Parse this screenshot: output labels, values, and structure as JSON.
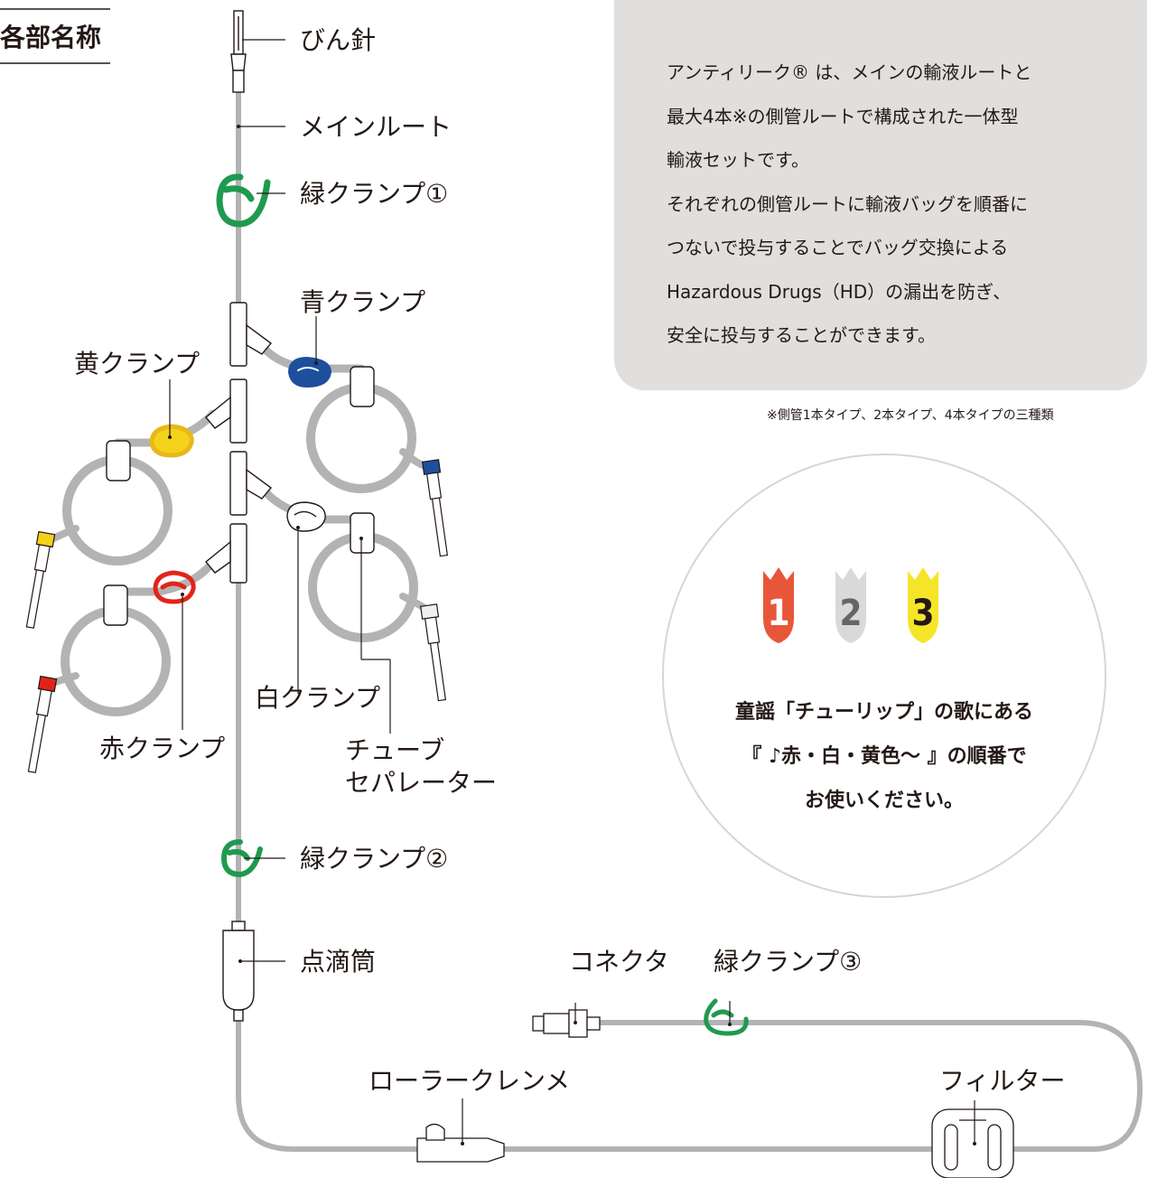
{
  "section_title": "各部名称",
  "labels": {
    "bottle_needle": "びん針",
    "main_route": "メインルート",
    "green_clamp_1": "緑クランプ①",
    "blue_clamp": "青クランプ",
    "yellow_clamp": "黄クランプ",
    "white_clamp": "白クランプ",
    "red_clamp": "赤クランプ",
    "tube_separator_line1": "チューブ",
    "tube_separator_line2": "セパレーター",
    "green_clamp_2": "緑クランプ②",
    "drip_chamber": "点滴筒",
    "connector": "コネクタ",
    "green_clamp_3": "緑クランプ③",
    "roller_clamp": "ローラークレンメ",
    "filter": "フィルター"
  },
  "info": {
    "lines": [
      "アンティリーク® は、メインの輸液ルートと",
      "最大4本※の側管ルートで構成された一体型",
      "輸液セットです。",
      "それぞれの側管ルートに輸液バッグを順番に",
      "つないで投与することでバッグ交換による",
      "Hazardous Drugs（HD）の漏出を防ぎ、",
      "安全に投与することができます。"
    ],
    "footnote": "※側管1本タイプ、2本タイプ、4本タイプの三種類"
  },
  "tulip": {
    "numbers": [
      "1",
      "2",
      "3"
    ],
    "colors": [
      "#e8563a",
      "#d9d9d9",
      "#f5e529"
    ],
    "number_colors": [
      "#ffffff",
      "#666666",
      "#231815"
    ],
    "text_lines": [
      "童謡「チューリップ」の歌にある",
      "『 ♪赤・白・黄色〜 』の順番で",
      "お使いください。"
    ]
  },
  "colors": {
    "tube": "#b3b3b3",
    "green": "#1f9a4f",
    "blue": "#1e4f9c",
    "yellow": "#e8b81a",
    "red": "#e2231a",
    "white_clamp": "#ffffff",
    "info_bg": "#e0dfdd"
  }
}
